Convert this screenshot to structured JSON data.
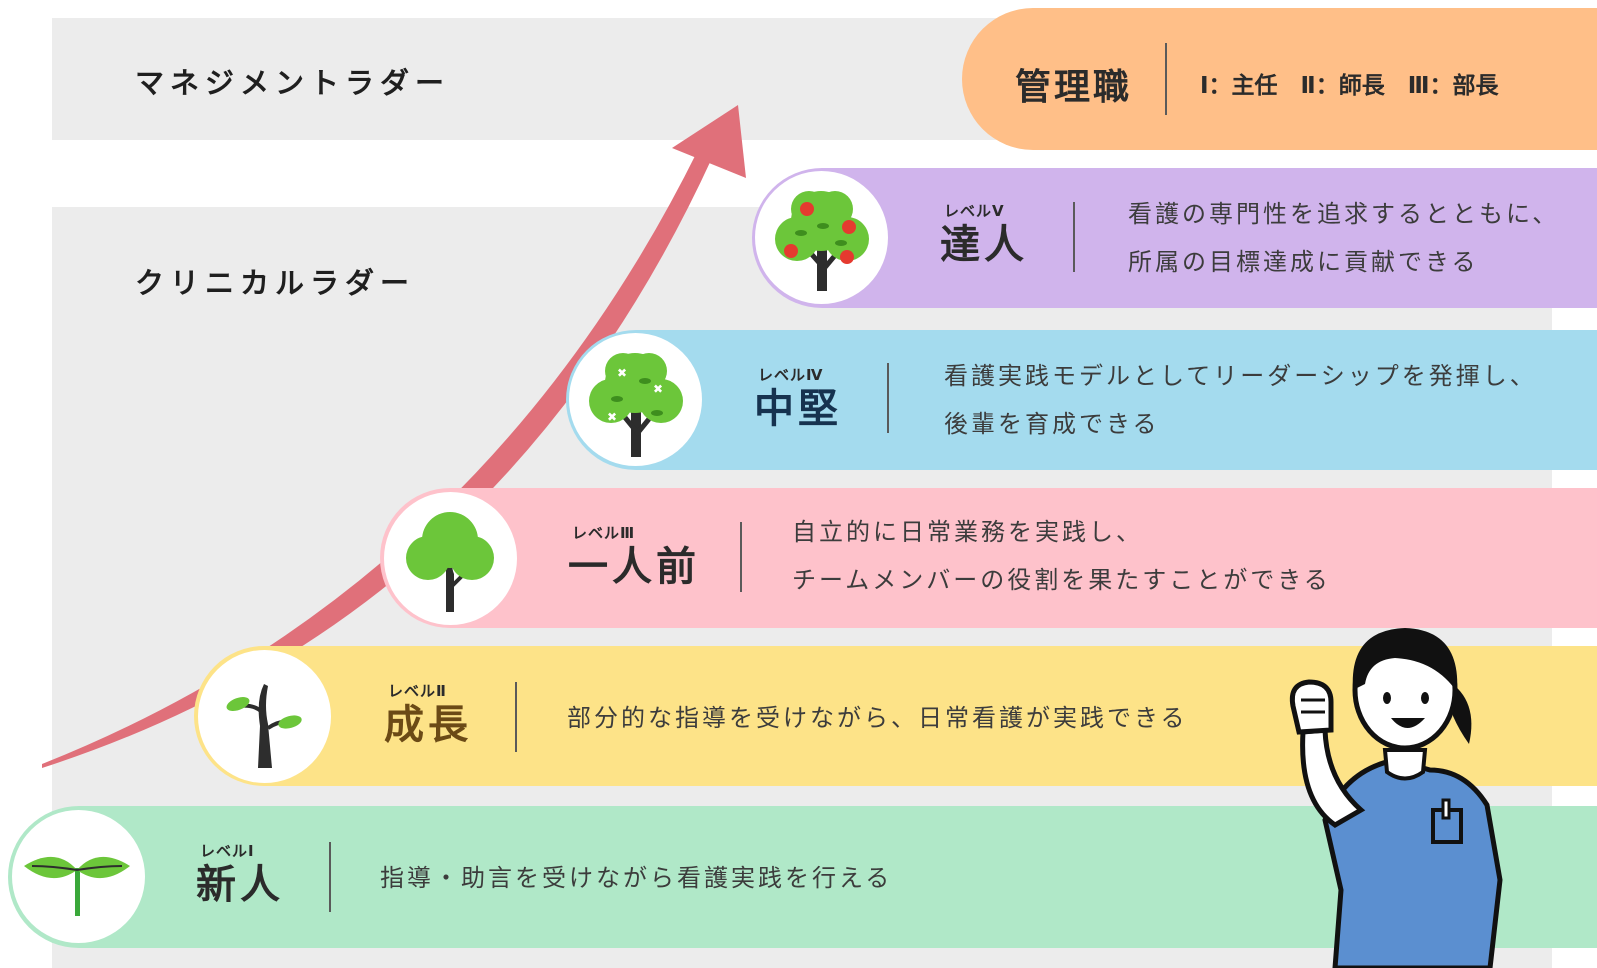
{
  "management": {
    "band_label": "マネジメントラダー",
    "title": "管理職",
    "levels": "Ⅰ：主任　Ⅱ：師長　Ⅲ：部長",
    "color": "#ffbf88"
  },
  "clinical": {
    "band_label": "クリニカルラダー"
  },
  "levels": [
    {
      "small": "レベルⅠ",
      "name": "新人",
      "desc": [
        "指導・助言を受けながら看護実践を行える"
      ],
      "color": "#b0e8c8",
      "ring": "#b0e8c8",
      "icon": "sprout-icon"
    },
    {
      "small": "レベルⅡ",
      "name": "成長",
      "desc": [
        "部分的な指導を受けながら、日常看護が実践できる"
      ],
      "color": "#fde388",
      "ring": "#fde388",
      "icon": "sapling-icon"
    },
    {
      "small": "レベルⅢ",
      "name": "一人前",
      "desc": [
        "自立的に日常業務を実践し、",
        "チームメンバーの役割を果たすことができる"
      ],
      "color": "#fec2cb",
      "ring": "#fec2cb",
      "icon": "young-tree-icon"
    },
    {
      "small": "レベルⅣ",
      "name": "中堅",
      "desc": [
        "看護実践モデルとしてリーダーシップを発揮し、",
        "後輩を育成できる"
      ],
      "color": "#a4dbee",
      "ring": "#a4dbee",
      "icon": "flowering-tree-icon"
    },
    {
      "small": "レベルⅤ",
      "name": "達人",
      "desc": [
        "看護の専門性を追求するとともに、",
        "所属の目標達成に貢献できる"
      ],
      "color": "#d0b4ec",
      "ring": "#d0b4ec",
      "icon": "apple-tree-icon"
    }
  ],
  "colors": {
    "arrow": "#e0707a",
    "band": "#ececec",
    "nurse_shirt": "#5b8fd0"
  }
}
